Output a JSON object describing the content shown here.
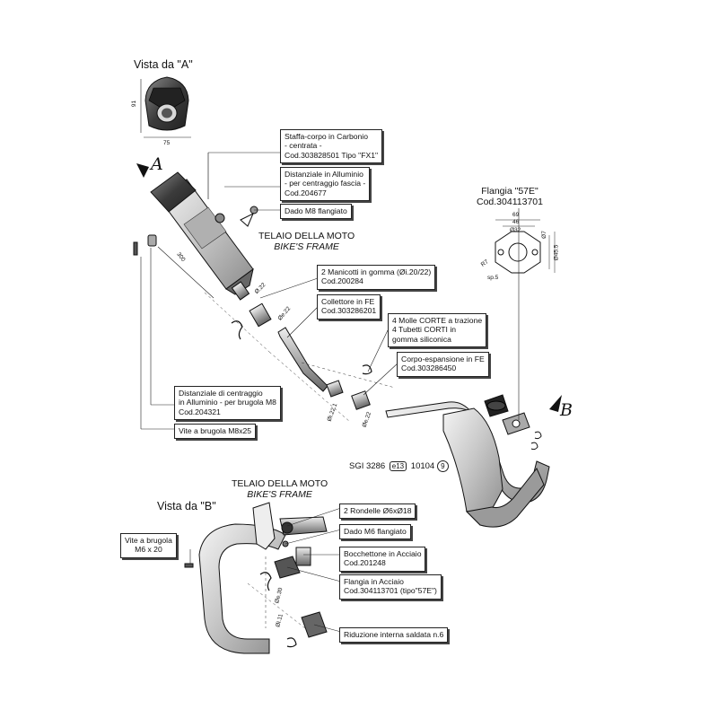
{
  "view_a": {
    "title": "Vista da \"A\"",
    "dim_width": "75",
    "dim_height": "91"
  },
  "view_b": {
    "title": "Vista da \"B\""
  },
  "markers": {
    "a": "A",
    "b": "B"
  },
  "frame_top": {
    "line1": "TELAIO DELLA MOTO",
    "line2": "BIKE'S FRAME"
  },
  "frame_bottom": {
    "line1": "TELAIO DELLA MOTO",
    "line2": "BIKE'S FRAME"
  },
  "flange": {
    "title": "Flangia \"57E\"",
    "code": "Cod.304113701",
    "dims": {
      "d69": "69",
      "d46": "46",
      "d32": "Ø32",
      "d7": "Ø7",
      "d45": "Ø45.5",
      "r7": "R7",
      "sp": "sp.5"
    }
  },
  "dims": {
    "len300": "300",
    "d22a": "Ø.22",
    "d22b": "Øe.22",
    "d221": "Øi.22.1",
    "d22c": "Øe.22",
    "d30": "Øe.30",
    "d11": "Øi.11"
  },
  "labels": [
    {
      "id": "staffa",
      "lines": [
        "Staffa-corpo in Carbonio",
        "- centrata -",
        "Cod.303828501  Tipo \"FX1\""
      ]
    },
    {
      "id": "distanziale-alu",
      "lines": [
        "Distanziale in Alluminio",
        "- per centraggio fascia -",
        "Cod.204677"
      ]
    },
    {
      "id": "dado-m8",
      "lines": [
        "Dado M8 flangiato"
      ]
    },
    {
      "id": "manicotti",
      "lines": [
        "2 Manicotti in gomma (Øi.20/22)",
        "Cod.200284"
      ]
    },
    {
      "id": "collettore",
      "lines": [
        "Collettore in FE",
        "Cod.303286201"
      ]
    },
    {
      "id": "molle",
      "lines": [
        "4 Molle CORTE a trazione",
        "4 Tubetti CORTI in",
        "gomma siliconica"
      ]
    },
    {
      "id": "corpo",
      "lines": [
        "Corpo-espansione in FE",
        "Cod.303286450"
      ]
    },
    {
      "id": "distanziale-centr",
      "lines": [
        "Distanziale di centraggio",
        "in Alluminio - per brugola M8",
        "Cod.204321"
      ]
    },
    {
      "id": "vite-m8",
      "lines": [
        "Vite a brugola M8x25"
      ]
    },
    {
      "id": "rondelle",
      "lines": [
        "2 Rondelle Ø6xØ18"
      ]
    },
    {
      "id": "dado-m6",
      "lines": [
        "Dado M6 flangiato"
      ]
    },
    {
      "id": "vite-m6",
      "lines": [
        "Vite a brugola",
        "M6 x 20"
      ]
    },
    {
      "id": "bocchettone",
      "lines": [
        "Bocchettone in Acciaio",
        "Cod.201248"
      ]
    },
    {
      "id": "flangia-acciaio",
      "lines": [
        "Flangia in Acciaio",
        "Cod.304113701  (tipo\"57E\")"
      ]
    },
    {
      "id": "riduzione",
      "lines": [
        "Riduzione interna saldata n.6"
      ]
    }
  ],
  "certification": {
    "prefix": "SGI 3286",
    "mark": "e13",
    "number": "10104",
    "circle": "9"
  }
}
